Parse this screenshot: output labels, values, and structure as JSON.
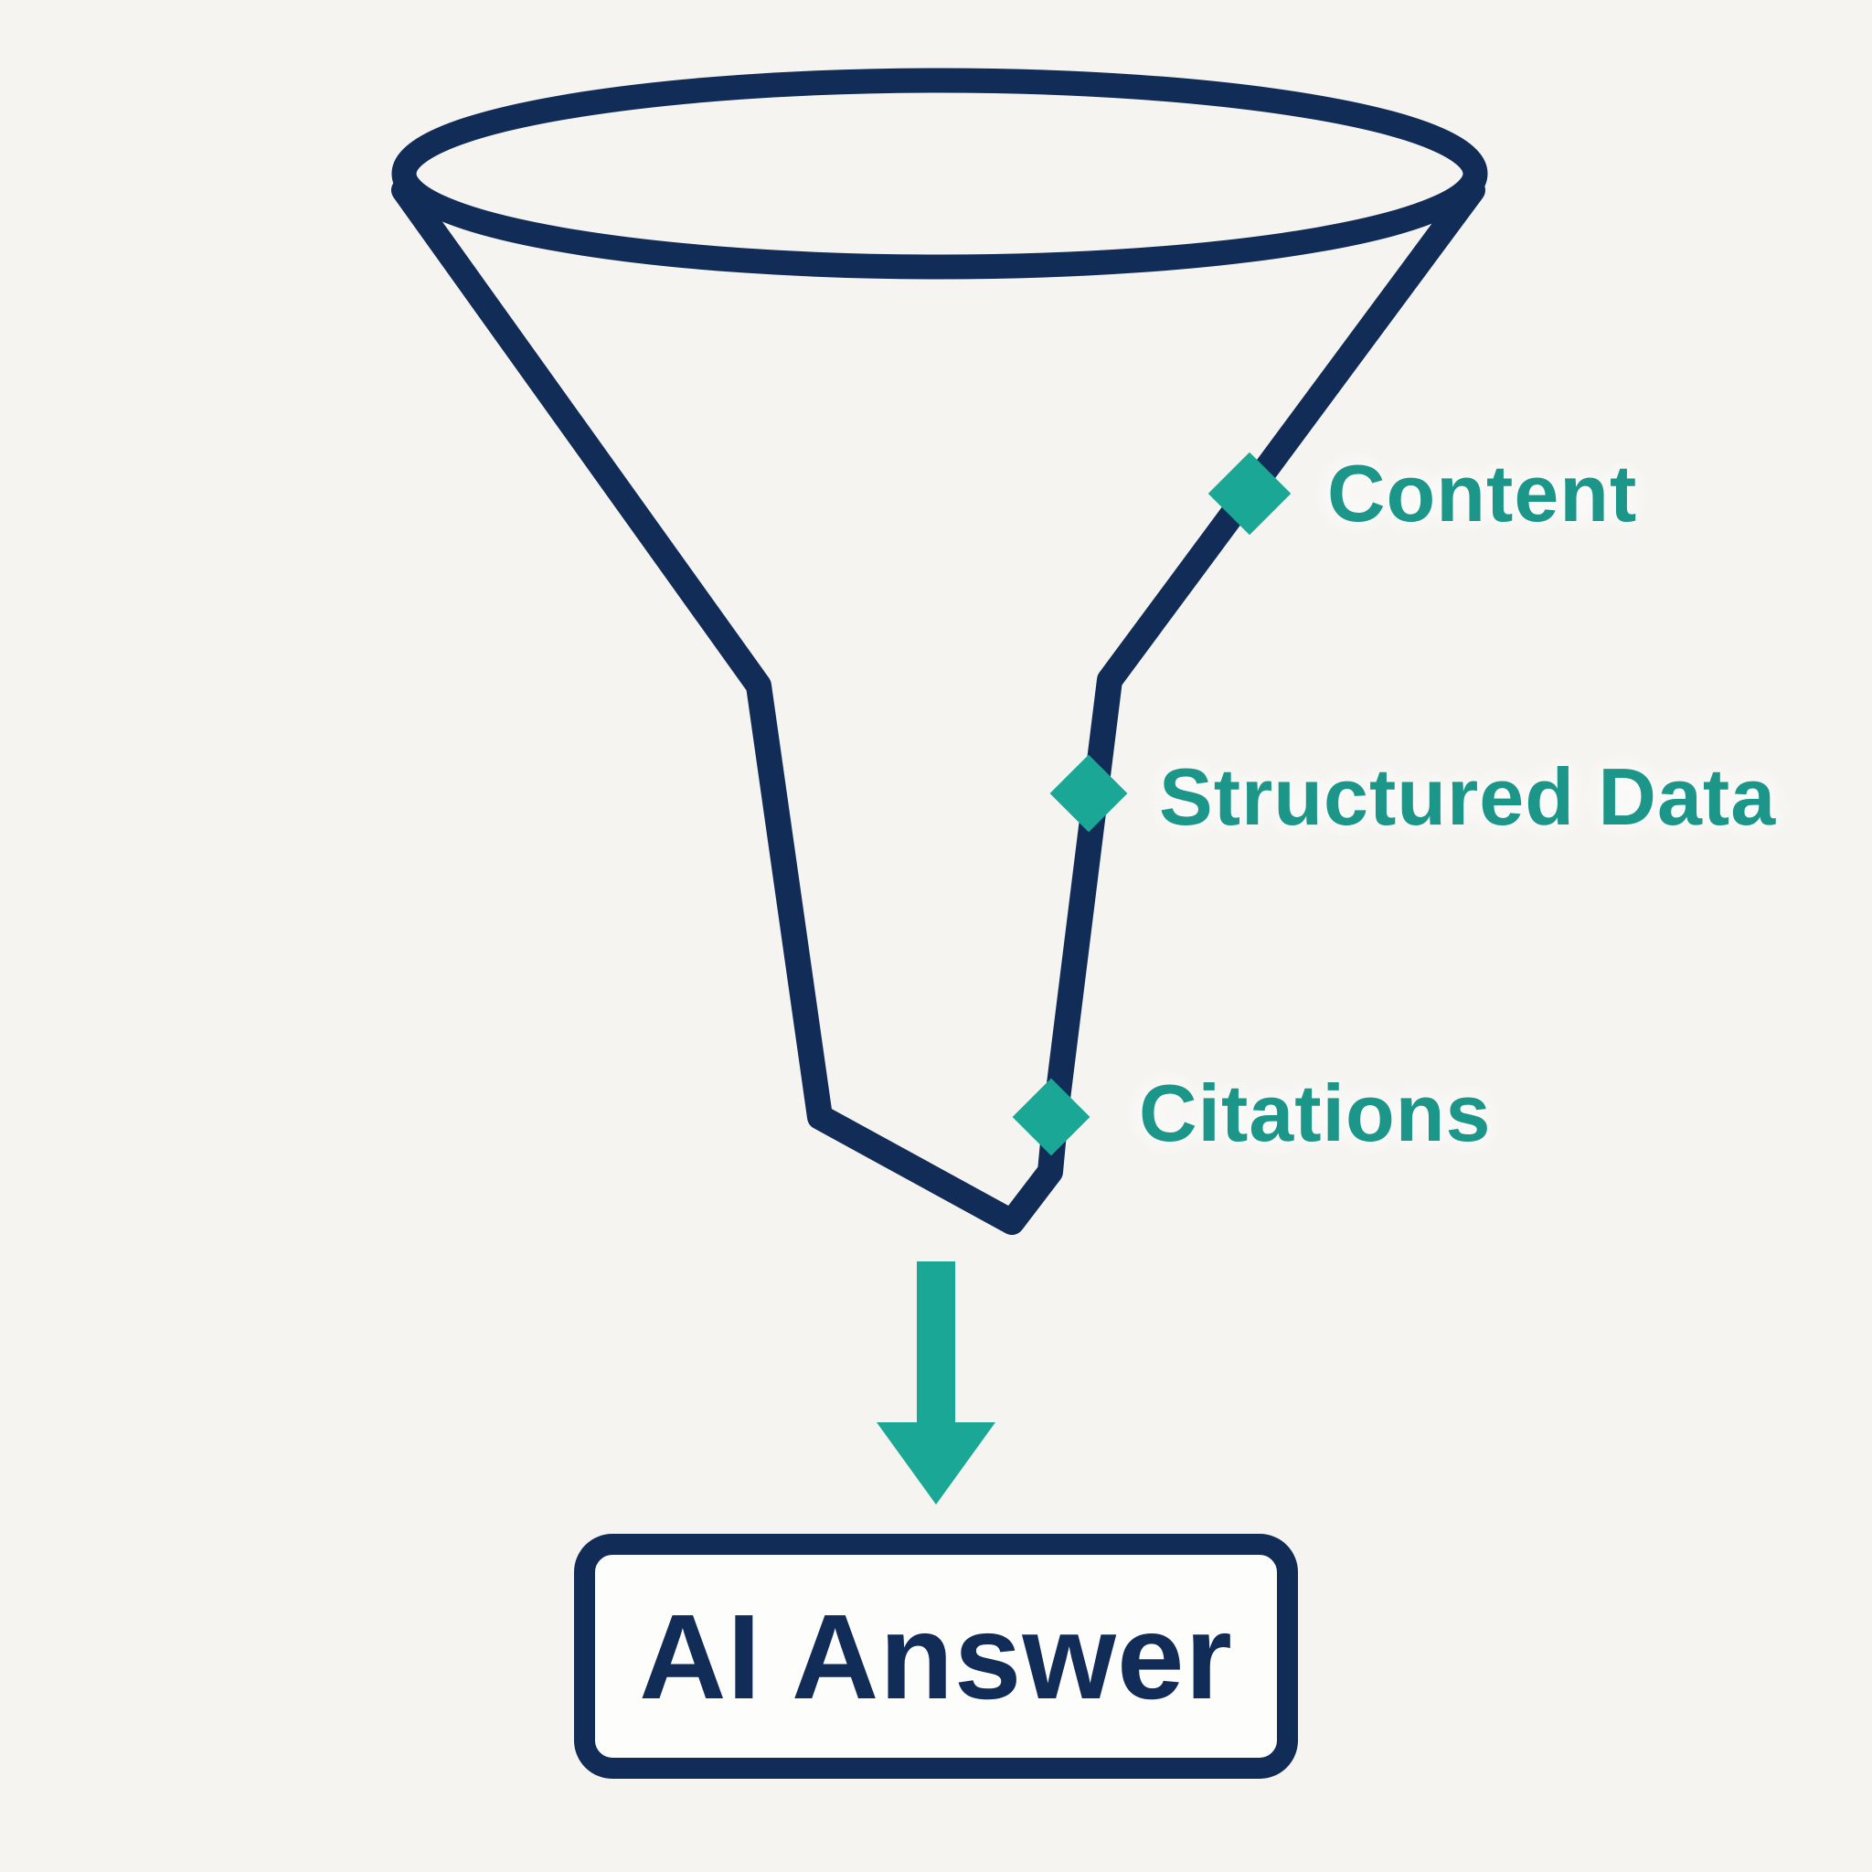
{
  "colors": {
    "bg": "#f5f4f0",
    "navy": "#122c58",
    "teal": "#1aa795",
    "tealText": "#1c9689"
  },
  "funnel": {
    "icon": "funnel-icon",
    "stages": [
      {
        "label": "Content",
        "marker": "diamond-icon"
      },
      {
        "label": "Structured Data",
        "marker": "diamond-icon"
      },
      {
        "label": "Citations",
        "marker": "diamond-icon"
      }
    ]
  },
  "arrow": {
    "icon": "down-arrow-icon"
  },
  "output": {
    "label": "AI Answer"
  }
}
